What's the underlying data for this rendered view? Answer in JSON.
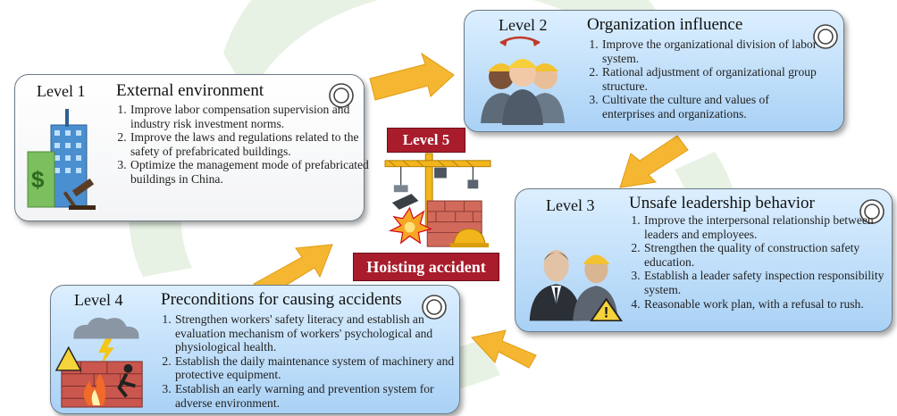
{
  "center": {
    "level5_label": "Level 5",
    "accident_label": "Hoisting accident"
  },
  "levels": [
    {
      "level": "Level 1",
      "title": "External environment",
      "items": [
        "Improve labor compensation supervision and industry risk investment norms.",
        "Improve the laws and regulations related to the safety of prefabricated buildings.",
        "Optimize the management mode of prefabricated buildings in China."
      ]
    },
    {
      "level": "Level 2",
      "title": "Organization influence",
      "items": [
        "Improve the organizational division of labor system.",
        "Rational adjustment of organizational group structure.",
        "Cultivate the culture and values of enterprises and organizations."
      ]
    },
    {
      "level": "Level 3",
      "title": "Unsafe leadership behavior",
      "items": [
        "Improve the interpersonal relationship between leaders and employees.",
        "Strengthen the quality of construction safety education.",
        "Establish a leader safety inspection responsibility system.",
        "Reasonable work plan, with a refusal to rush."
      ]
    },
    {
      "level": "Level 4",
      "title": "Preconditions for causing accidents",
      "items": [
        "Strengthen workers' safety literacy and establish an evaluation mechanism of workers' psychological and physiological health.",
        "Establish the daily maintenance system of machinery and protective equipment.",
        "Establish an early warning and prevention system for adverse environment."
      ]
    }
  ],
  "colors": {
    "arrow": "#f5b731",
    "badge": "#a81c2c",
    "card_blue": "#a9d1f5",
    "background_arrows": "#e6f2e4"
  },
  "icons": [
    "buildings-dollar-gavel-icon",
    "workers-group-icon",
    "leader-worker-warning-icon",
    "hazard-storm-fire-icon",
    "crane-accident-icon",
    "ring-icon"
  ]
}
